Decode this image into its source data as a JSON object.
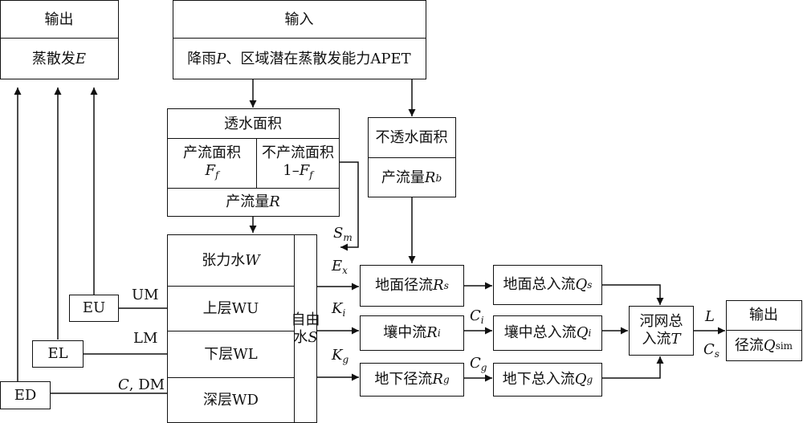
{
  "output_top": {
    "title": "输出",
    "content": "蒸散发",
    "var": "E"
  },
  "input_top": {
    "title": "输入",
    "content_a": "降雨",
    "var_p": "P",
    "content_b": "、区域潜在蒸散发能力APET"
  },
  "pervious": {
    "title": "透水面积",
    "runoff_area_label": "产流面积",
    "runoff_area_var": "F",
    "runoff_area_sub": "f",
    "nonrunoff_area_label": "不产流面积",
    "nonrunoff_area_prefix": "1–",
    "nonrunoff_area_var": "F",
    "nonrunoff_area_sub": "f",
    "runoff_label": "产流量",
    "runoff_var": "R"
  },
  "impervious": {
    "title": "不透水面积",
    "runoff_label": "产流量",
    "runoff_var": "R",
    "runoff_sub": "b"
  },
  "soil_layers": {
    "tension_label": "张力水",
    "tension_var": "W",
    "upper": "上层WU",
    "lower": "下层WL",
    "deep": "深层WD",
    "free_water_a": "自由",
    "free_water_b": "水",
    "free_water_var": "S"
  },
  "evap_boxes": {
    "eu": "EU",
    "el": "EL",
    "ed": "ED"
  },
  "capacity_labels": {
    "um": "UM",
    "lm": "LM",
    "c_var": "C",
    "dm": ", DM"
  },
  "flow_labels": {
    "sm_var": "S",
    "sm_sub": "m",
    "ex_var": "E",
    "ex_sub": "x",
    "ki_var": "K",
    "ki_sub": "i",
    "kg_var": "K",
    "kg_sub": "g",
    "ci_var": "C",
    "ci_sub": "i",
    "cg_var": "C",
    "cg_sub": "g",
    "l_var": "L",
    "cs_var": "C",
    "cs_sub": "s"
  },
  "components": {
    "surface_label": "地面径流",
    "surface_var": "R",
    "surface_sub": "s",
    "inter_label": "壤中流",
    "inter_var": "R",
    "inter_sub": "i",
    "ground_label": "地下径流",
    "ground_var": "R",
    "ground_sub": "g"
  },
  "inflows": {
    "surface_label": "地面总入流",
    "surface_var": "Q",
    "surface_sub": "s",
    "inter_label": "壤中总入流",
    "inter_var": "Q",
    "inter_sub": "i",
    "ground_label": "地下总入流",
    "ground_var": "Q",
    "ground_sub": "g"
  },
  "river_network": {
    "line1": "河网总",
    "line2_a": "入流",
    "line2_var": "T"
  },
  "output_bottom": {
    "title": "输出",
    "content": "径流",
    "var": "Q",
    "sub": "sim"
  }
}
